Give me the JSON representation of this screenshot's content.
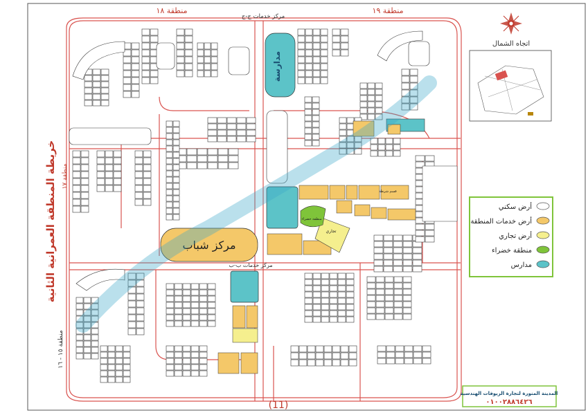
{
  "header": {
    "zone18_label": "منطقة ١٨",
    "zone19_label": "منطقة ١٩",
    "services_center_top": "مركز خدمات ج-ج"
  },
  "side": {
    "map_title": "خريطة المنطقة العمرانية الثانية",
    "zone17_label": "منطقة ١٧",
    "zone15_16_label": "منطقة ١٥ - ١٦"
  },
  "map_labels": {
    "schools": "مدارسة",
    "youth_center": "مركز شباب",
    "services_center_b": "مركز خدمات ب-ب",
    "green_area": "منطقة خضراء",
    "commercial": "تجاري",
    "police": "قسم شرطة"
  },
  "page_number": "(11)",
  "compass": {
    "north_label": "اتجاه الشمال"
  },
  "legend": {
    "items": [
      {
        "label": "أرض سكني",
        "color": "#ffffff"
      },
      {
        "label": "أرض خدمات المنطقة",
        "color": "#f4c869"
      },
      {
        "label": "أرض تجاري",
        "color": "#f5ef8e"
      },
      {
        "label": "منطقة خضراء",
        "color": "#7fc43a"
      },
      {
        "label": "مدارس",
        "color": "#5cc3c8"
      }
    ]
  },
  "footer_box": {
    "line1": "المدينة المنورة لتجارة الريوفات الهندسية",
    "phone": "٠١٠٠٢٨٨٦٤٢٦"
  },
  "colors": {
    "road": "#d9534f",
    "block_border": "#333333",
    "service": "#f4c869",
    "commercial": "#f5ef8e",
    "green": "#7fc43a",
    "school": "#5cc3c8",
    "watermark": "#3aa7c9"
  }
}
